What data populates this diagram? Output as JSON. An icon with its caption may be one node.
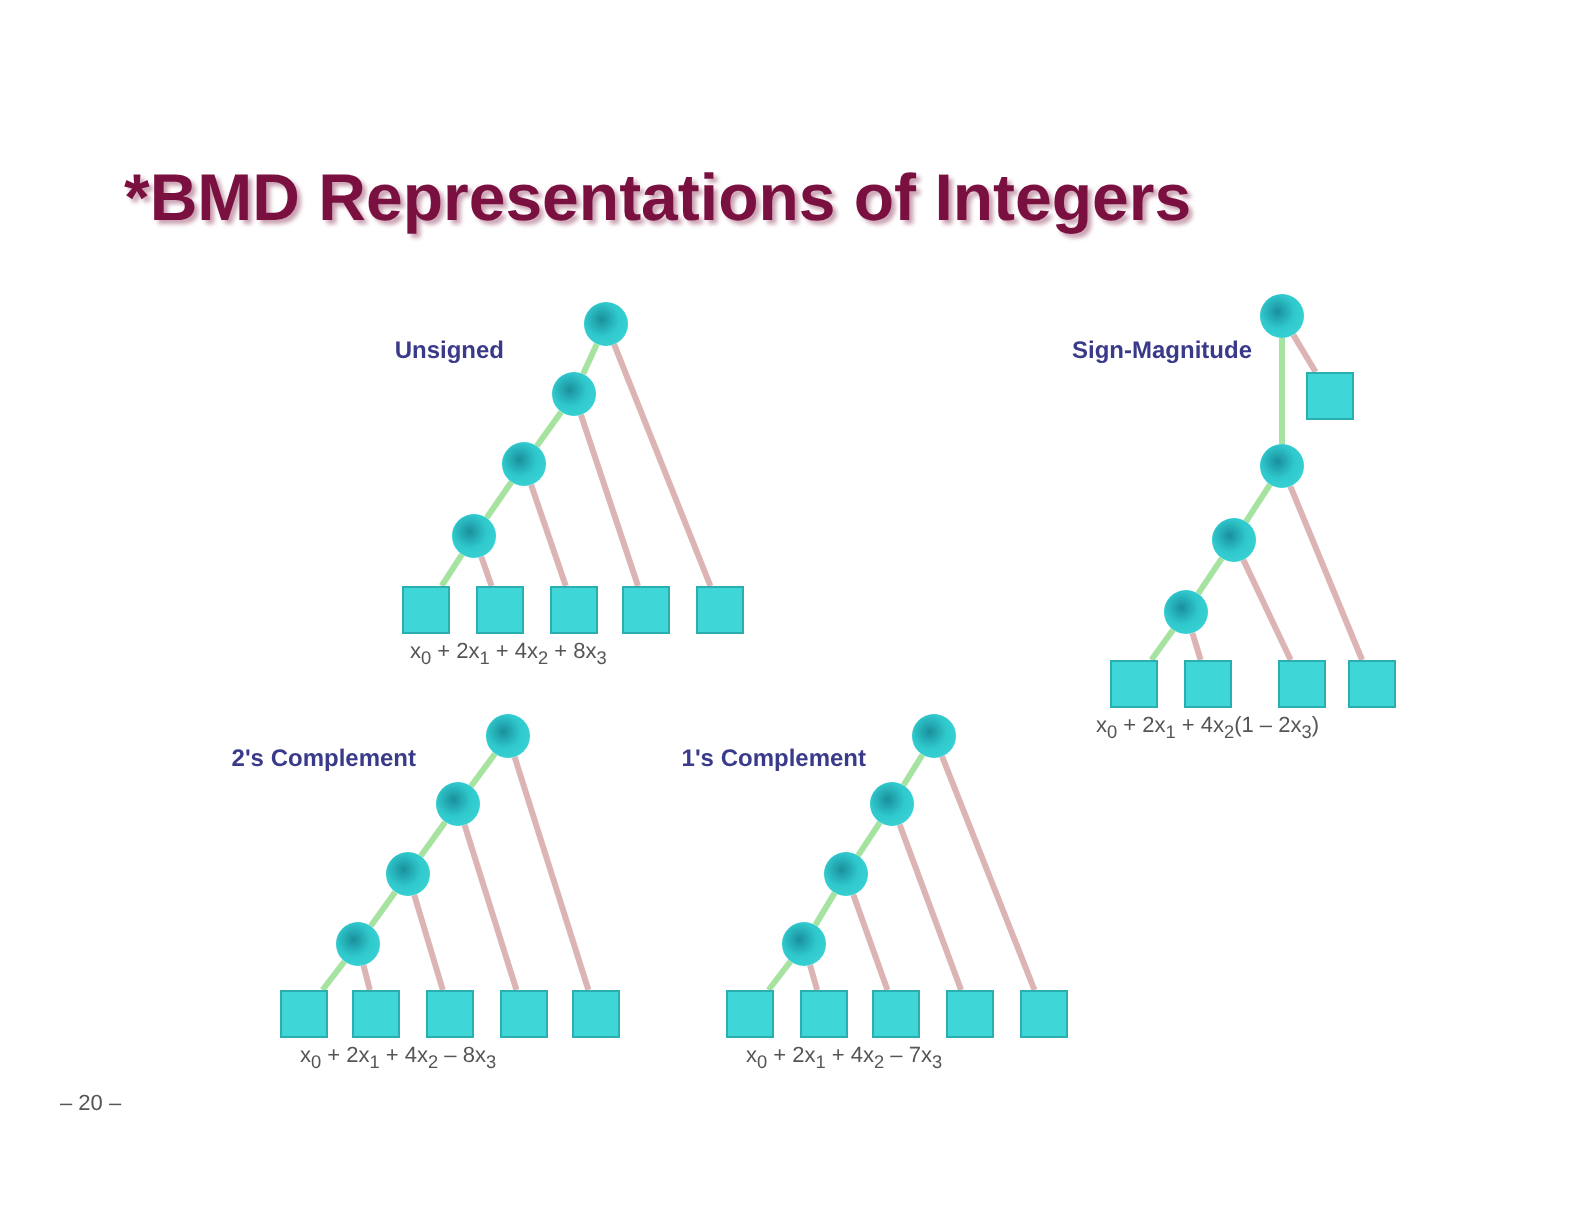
{
  "diagram": {
    "title": "*BMD Representations of Integers",
    "nodes": [
      {
        "text": [],
        "shape": "circle"
      },
      {
        "text": [],
        "shape": "circle"
      },
      {
        "text": [],
        "shape": "circle"
      },
      {
        "text": [],
        "shape": "circle"
      },
      {
        "text": [],
        "shape": "box"
      },
      {
        "text": [],
        "shape": "box"
      },
      {
        "text": [],
        "shape": "box"
      },
      {
        "text": [],
        "shape": "box"
      },
      {
        "text": [],
        "shape": "box"
      },
      {
        "text": [],
        "shape": "circle"
      },
      {
        "text": [],
        "shape": "box"
      },
      {
        "text": [],
        "shape": "circle"
      },
      {
        "text": [],
        "shape": "circle"
      },
      {
        "text": [],
        "shape": "circle"
      },
      {
        "text": [],
        "shape": "box"
      },
      {
        "text": [],
        "shape": "box"
      },
      {
        "text": [],
        "shape": "box"
      },
      {
        "text": [],
        "shape": "box"
      },
      {
        "text": [],
        "shape": "circle"
      },
      {
        "text": [],
        "shape": "circle"
      },
      {
        "text": [],
        "shape": "circle"
      },
      {
        "text": [],
        "shape": "circle"
      },
      {
        "text": [],
        "shape": "box"
      },
      {
        "text": [],
        "shape": "box"
      },
      {
        "text": [],
        "shape": "box"
      },
      {
        "text": [],
        "shape": "box"
      },
      {
        "text": [],
        "shape": "box"
      },
      {
        "text": [],
        "shape": "circle"
      },
      {
        "text": [],
        "shape": "circle"
      },
      {
        "text": [],
        "shape": "circle"
      },
      {
        "text": [],
        "shape": "circle"
      },
      {
        "text": [],
        "shape": "box"
      },
      {
        "text": [],
        "shape": "box"
      },
      {
        "text": [],
        "shape": "box"
      },
      {
        "text": [],
        "shape": "box"
      },
      {
        "text": [],
        "shape": "box"
      }
    ],
    "edges": [
      {
        "from": 0,
        "to": 1,
        "arrow": "none",
        "color": "#a6e3a0"
      },
      {
        "from": 1,
        "to": 2,
        "arrow": "none",
        "color": "#a6e3a0"
      },
      {
        "from": 2,
        "to": 3,
        "arrow": "none",
        "color": "#a6e3a0"
      },
      {
        "from": 3,
        "to": 4,
        "arrow": "none",
        "color": "#a6e3a0"
      },
      {
        "from": 3,
        "to": 5,
        "arrow": "none"
      },
      {
        "from": 2,
        "to": 6,
        "arrow": "none"
      },
      {
        "from": 1,
        "to": 7,
        "arrow": "none"
      },
      {
        "from": 0,
        "to": 8,
        "arrow": "none"
      },
      {
        "from": 9,
        "to": 10,
        "arrow": "none"
      },
      {
        "from": 9,
        "to": 11,
        "arrow": "none",
        "color": "#a6e3a0"
      },
      {
        "from": 11,
        "to": 12,
        "arrow": "none",
        "color": "#a6e3a0"
      },
      {
        "from": 12,
        "to": 13,
        "arrow": "none",
        "color": "#a6e3a0"
      },
      {
        "from": 13,
        "to": 14,
        "arrow": "none",
        "color": "#a6e3a0"
      },
      {
        "from": 13,
        "to": 15,
        "arrow": "none"
      },
      {
        "from": 12,
        "to": 16,
        "arrow": "none"
      },
      {
        "from": 11,
        "to": 17,
        "arrow": "none"
      },
      {
        "from": 18,
        "to": 19,
        "arrow": "none",
        "color": "#a6e3a0"
      },
      {
        "from": 19,
        "to": 20,
        "arrow": "none",
        "color": "#a6e3a0"
      },
      {
        "from": 20,
        "to": 21,
        "arrow": "none",
        "color": "#a6e3a0"
      },
      {
        "from": 21,
        "to": 22,
        "arrow": "none",
        "color": "#a6e3a0"
      },
      {
        "from": 21,
        "to": 23,
        "arrow": "none"
      },
      {
        "from": 20,
        "to": 24,
        "arrow": "none"
      },
      {
        "from": 19,
        "to": 25,
        "arrow": "none"
      },
      {
        "from": 18,
        "to": 26,
        "arrow": "none"
      },
      {
        "from": 27,
        "to": 28,
        "arrow": "none",
        "color": "#a6e3a0"
      },
      {
        "from": 28,
        "to": 29,
        "arrow": "none",
        "color": "#a6e3a0"
      },
      {
        "from": 29,
        "to": 30,
        "arrow": "none",
        "color": "#a6e3a0"
      },
      {
        "from": 30,
        "to": 31,
        "arrow": "none",
        "color": "#a6e3a0"
      },
      {
        "from": 30,
        "to": 32,
        "arrow": "none"
      },
      {
        "from": 29,
        "to": 33,
        "arrow": "none"
      },
      {
        "from": 28,
        "to": 34,
        "arrow": "none"
      },
      {
        "from": 27,
        "to": 35,
        "arrow": "none"
      }
    ],
    "labels": [
      "Unsigned",
      "Sign-Magnitude",
      "x$_{0}$ + 2x$_{1}$ + 4x$_{2}$ + 8x$_{3}$",
      "x$_{0}$ + 2x$_{1}$ + 4x$_{2}$(1 – 2x$_{3}$)",
      "2's Complement",
      "1's Complement",
      "x$_{0}$ + 2x$_{1}$ + 4x$_{2}$ – 8x$_{3}$",
      "x$_{0}$ + 2x$_{1}$ + 4x$_{2}$ – 7x$_{3}$",
      "– 20 –"
    ]
  }
}
